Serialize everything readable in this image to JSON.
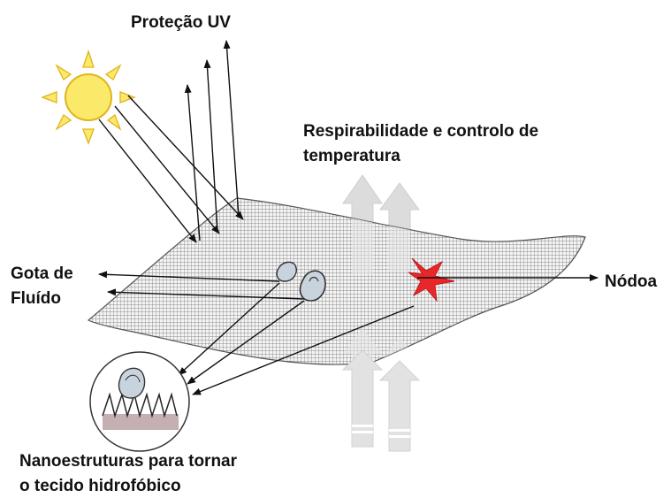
{
  "labels": {
    "uv_protection": "Proteção UV",
    "breathability_line1": "Respirabilidade e controlo de",
    "breathability_line2": "temperatura",
    "fluid_drop_line1": "Gota de",
    "fluid_drop_line2": "Fluído",
    "stain": "Nódoa",
    "nano_line1": "Nanoestruturas para tornar",
    "nano_line2": "o tecido hidrofóbico"
  },
  "colors": {
    "sun_fill": "#fbe96a",
    "sun_stroke": "#e0b41c",
    "mesh": "#8a8a8a",
    "stain": "#e8272a",
    "breath_arrow": "#dcdcdc",
    "drop_fill": "#c9d3de",
    "arrow": "#111111"
  },
  "icons": [
    "sun-icon",
    "fabric-mesh",
    "stain-icon",
    "droplet-icon",
    "nanostructure-icon"
  ]
}
